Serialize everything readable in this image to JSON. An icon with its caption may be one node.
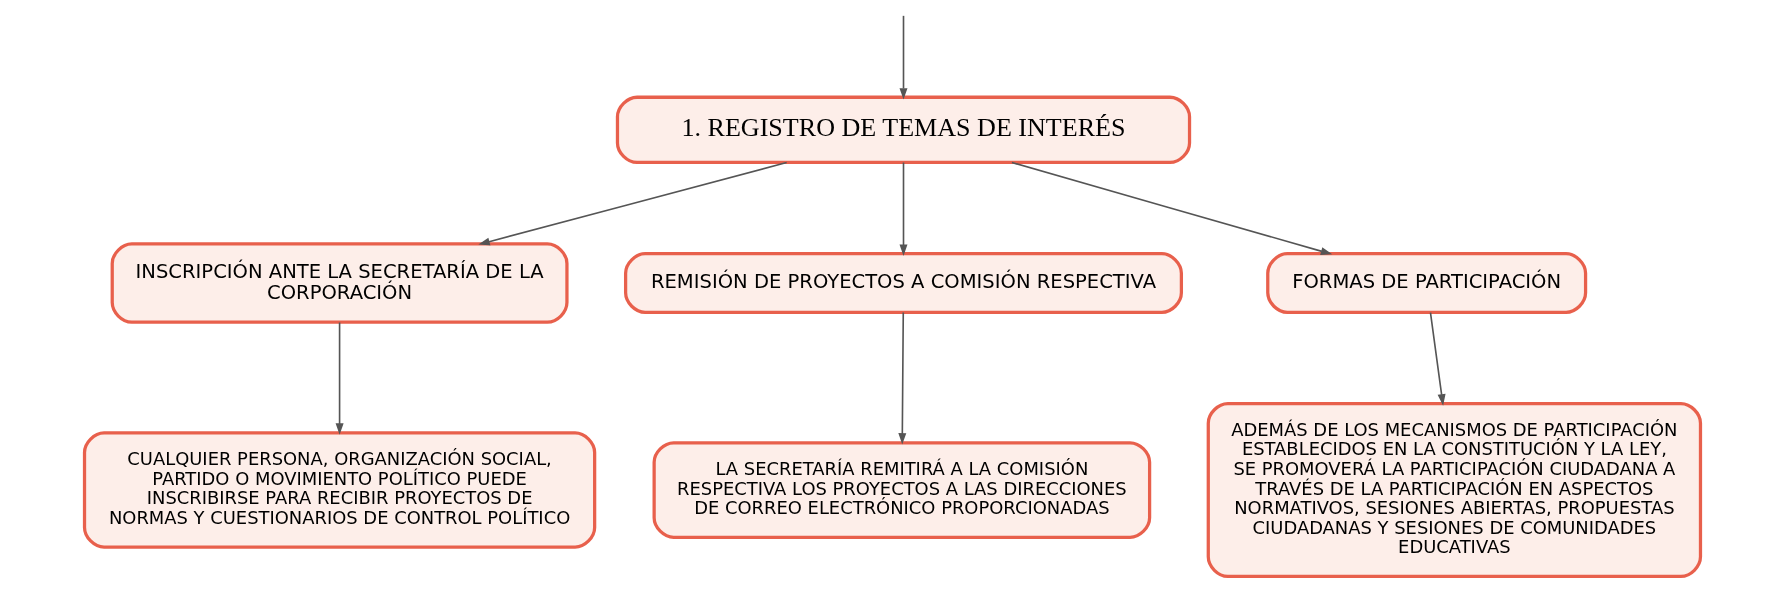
{
  "diagram": {
    "nodes": [
      {
        "text": [
          "1. REGISTRO DE TEMAS DE INTERÉS"
        ]
      },
      {
        "text": [
          "INSCRIPCIÓN ANTE LA SECRETARÍA DE LA CORPORACIÓN"
        ]
      },
      {
        "text": [
          "REMISIÓN DE PROYECTOS A COMISIÓN RESPECTIVA"
        ]
      },
      {
        "text": [
          "FORMAS DE PARTICIPACIÓN"
        ]
      },
      {
        "text": [
          "CUALQUIER PERSONA, ORGANIZACIÓN SOCIAL, PARTIDO O MOVIMIENTO POLÍTICO PUEDE INSCRIBIRSE PARA RECIBIR PROYECTOS DE NORMAS Y CUESTIONARIOS DE CONTROL POLÍTICO"
        ]
      },
      {
        "text": [
          "LA SECRETARÍA REMITIRÁ A LA COMISIÓN RESPECTIVA LOS PROYECTOS A LAS DIRECCIONES DE CORREO ELECTRÓNICO PROPORCIONADAS"
        ]
      },
      {
        "text": [
          "ADEMÁS DE LOS MECANISMOS DE PARTICIPACIÓN ESTABLECIDOS EN LA CONSTITUCIÓN Y LA LEY, SE PROMOVERÁ LA PARTICIPACIÓN CIUDADANA A TRAVÉS DE LA PARTICIPACIÓN EN ASPECTOS NORMATIVOS, SESIONES ABIERTAS, PROPUESTAS CIUDADANAS Y SESIONES DE COMUNIDADES EDUCATIVAS"
        ]
      }
    ],
    "edges": [
      {
        "from": null,
        "to": 0,
        "arrow": "to"
      },
      {
        "from": 0,
        "to": 1,
        "arrow": "to"
      },
      {
        "from": 0,
        "to": 2,
        "arrow": "to"
      },
      {
        "from": 0,
        "to": 3,
        "arrow": "to"
      },
      {
        "from": 1,
        "to": 4,
        "arrow": "to"
      },
      {
        "from": 2,
        "to": 5,
        "arrow": "to"
      },
      {
        "from": 3,
        "to": 6,
        "arrow": "to"
      }
    ]
  }
}
